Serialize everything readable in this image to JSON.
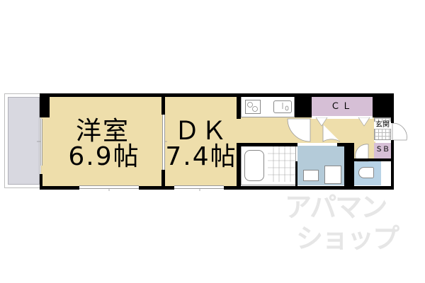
{
  "floorplan": {
    "colors": {
      "wood_floor": "#eedeab",
      "wet_area": "#b4cbd9",
      "toilet_area": "#b8d3e6",
      "closet": "#d6bfd6",
      "balcony": "#d8d8e0",
      "wall": "#000000"
    },
    "rooms": {
      "western": {
        "name": "洋室",
        "size": "6.9帖"
      },
      "dk": {
        "name": "ＤＫ",
        "size": "7.4帖"
      },
      "closet": {
        "name": "ＣＬ"
      },
      "entrance": {
        "name": "玄関"
      },
      "shoe_box": {
        "name": "ＳＢ"
      }
    },
    "watermark": {
      "line1": "アパマン",
      "line2": "ショップ"
    }
  }
}
